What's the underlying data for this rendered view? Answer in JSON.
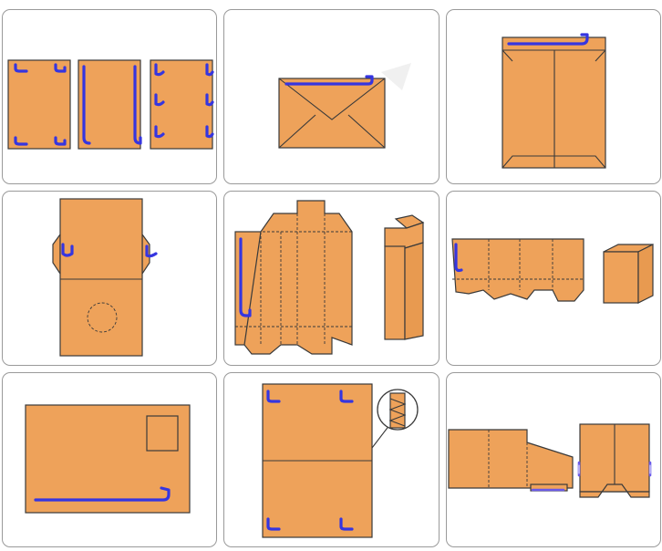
{
  "panels": [
    {
      "id": "panel-1"
    },
    {
      "id": "panel-2"
    },
    {
      "id": "panel-3"
    },
    {
      "id": "panel-4"
    },
    {
      "id": "panel-5"
    },
    {
      "id": "panel-6"
    },
    {
      "id": "panel-7"
    },
    {
      "id": "panel-8"
    },
    {
      "id": "panel-9"
    }
  ],
  "colors": {
    "cardboard": "#eea25a",
    "outline": "#3a3a3a",
    "tape": "#3535e0",
    "card_border": "#9a9a9a"
  }
}
